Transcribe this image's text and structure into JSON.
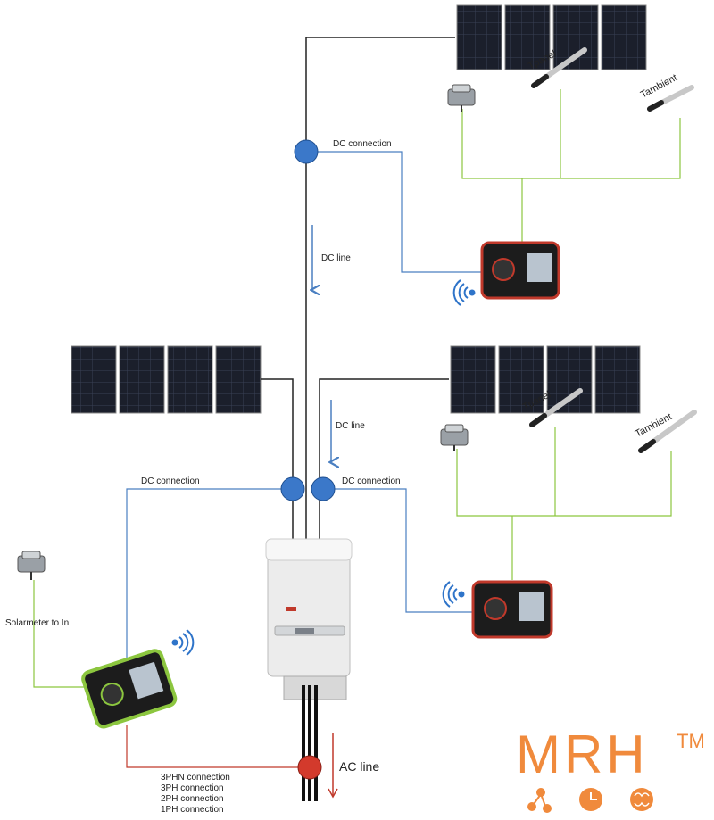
{
  "labels": {
    "dc_connection_top": "DC connection",
    "dc_line_top": "DC line",
    "dc_connection_left": "DC connection",
    "dc_line_mid": "DC line",
    "dc_connection_mid": "DC connection",
    "ac_line": "AC line",
    "solarmeter": "Solarmeter to In",
    "connections": [
      "3PHN connection",
      "3PH connection",
      "2PH connection",
      "1PH connection"
    ]
  },
  "sensors": {
    "tpanel_top": "Tpanel",
    "tambient_top": "Tambient",
    "tpanel_mid": "Tpanel",
    "tambient_mid": "Tambient"
  },
  "logo": {
    "text": "MRH",
    "tm": "TM"
  },
  "colors": {
    "dc_wire": "#4a7fc1",
    "sensor_wire": "#8cc63f",
    "ac_wire": "#c0392b",
    "connector_blue": "#3b78c9",
    "connector_red": "#d33a2c",
    "logo": "#f08a3c"
  }
}
